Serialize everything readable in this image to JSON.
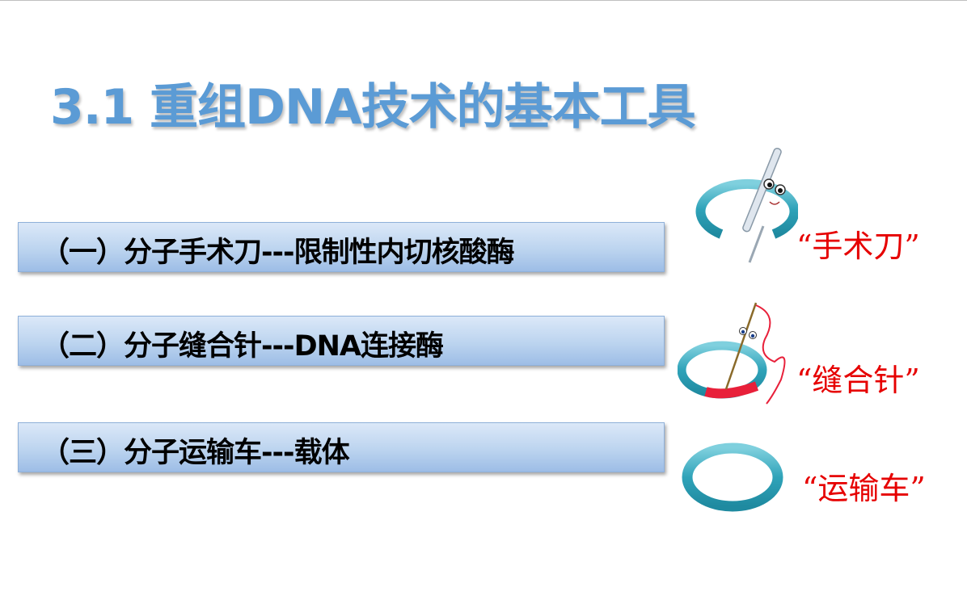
{
  "slide": {
    "title": "3.1 重组DNA技术的基本工具",
    "colors": {
      "title": "#5b9bd5",
      "bar_top": "#dbe8f8",
      "bar_bottom": "#9dbde6",
      "label": "#e60000",
      "ring": "#3aa8bd"
    },
    "items": [
      {
        "text": "（一）分子手术刀---限制性内切核酸酶",
        "label": "“手术刀”",
        "icon": "scalpel-cutting-ring-icon"
      },
      {
        "text": "（二）分子缝合针---DNA连接酶",
        "label": "“缝合针”",
        "icon": "needle-sewing-ring-icon"
      },
      {
        "text": "（三）分子运输车---载体",
        "label": "“运输车”",
        "icon": "plasmid-ring-icon"
      }
    ]
  }
}
